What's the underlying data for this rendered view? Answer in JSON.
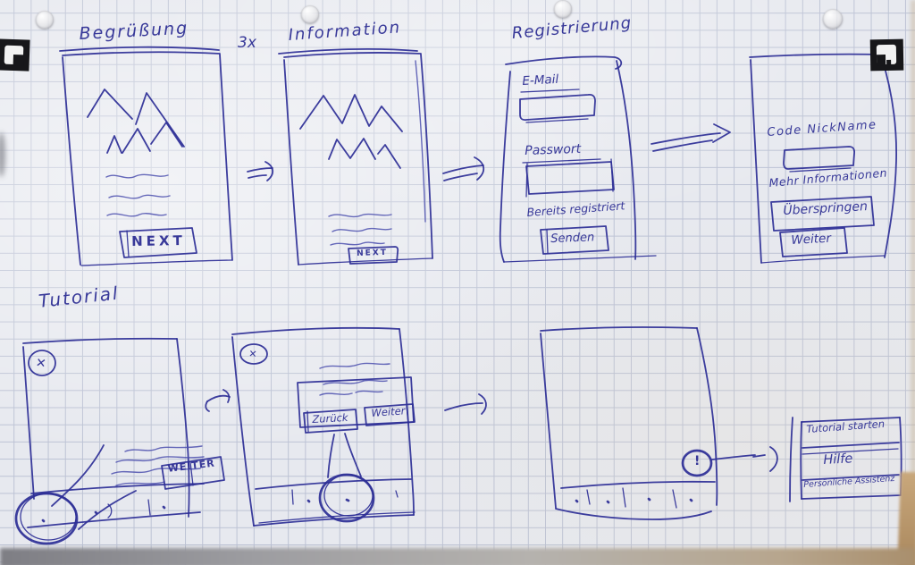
{
  "board": {
    "ink": "#2d2e96"
  },
  "onboarding": {
    "screen_begruessung": {
      "title": "Begrüßung",
      "next_button": "NEXT"
    },
    "repeat_note": "3x",
    "screen_information": {
      "title": "Information",
      "next_button": "NEXT"
    },
    "screen_registrierung": {
      "title": "Registrierung",
      "email_label": "E-Mail",
      "password_label": "Passwort",
      "already_registered_link": "Bereits registriert",
      "send_button": "Senden"
    },
    "screen_code": {
      "code_label": "Code NickName",
      "more_info_label": "Mehr Informationen",
      "skip_button": "Überspringen",
      "next_button": "Weiter"
    }
  },
  "tutorial": {
    "heading": "Tutorial",
    "close_icon": "✕",
    "help_icon": "!",
    "step1": {
      "next_button": "WEITER"
    },
    "step2": {
      "back_button": "Zurück",
      "next_button": "Weiter"
    },
    "help_menu": {
      "items": [
        "Tutorial starten",
        "Hilfe",
        "Persönliche Assistenz"
      ]
    }
  }
}
